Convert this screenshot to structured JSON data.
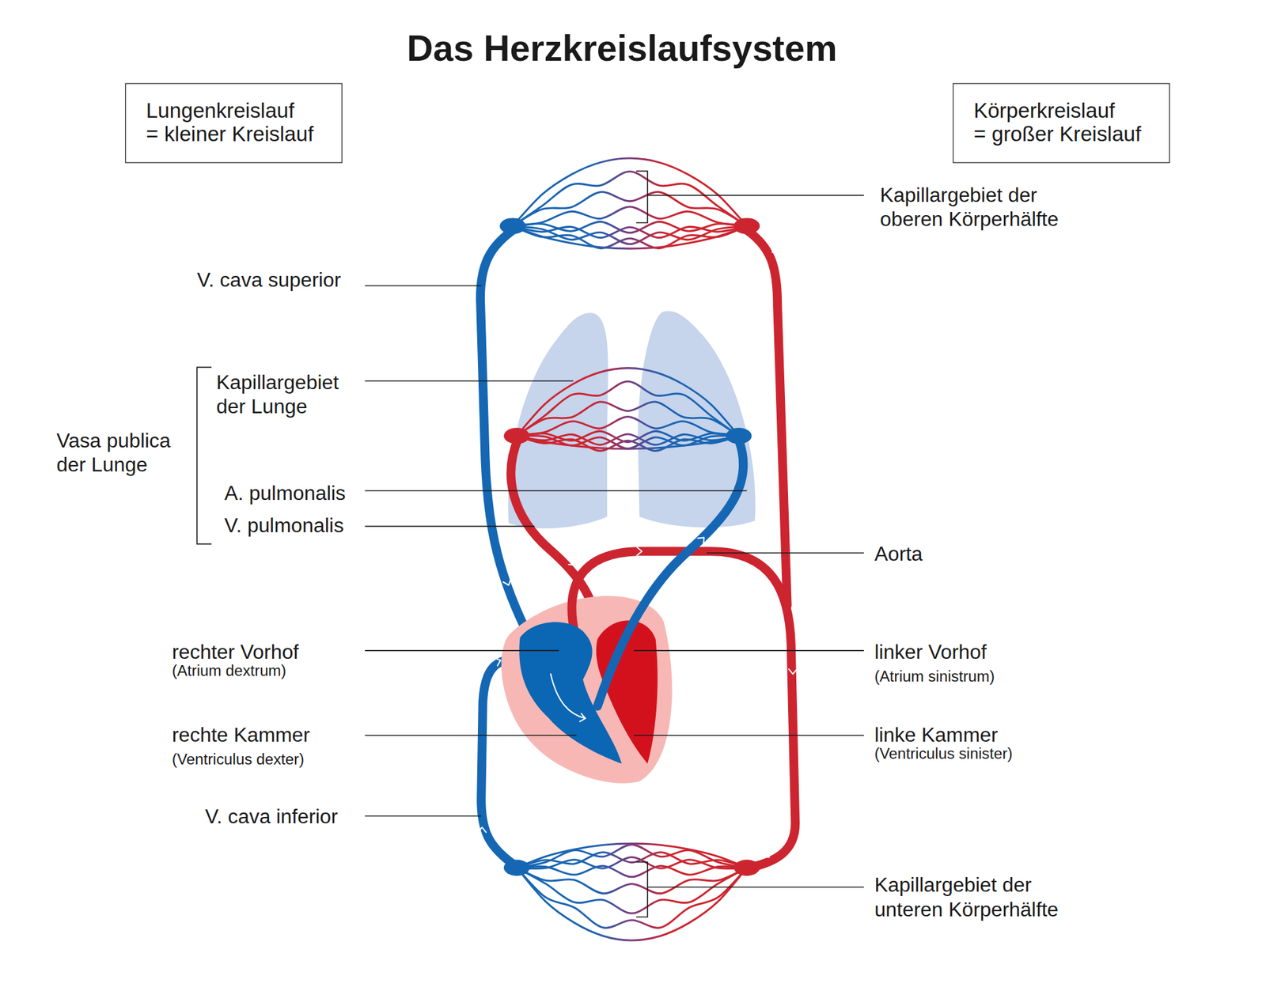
{
  "diagram": {
    "title": "Das Herzkreislaufsystem",
    "nodes": [
      {
        "text": [
          "Lungenkreislauf = kleiner Kreislauf"
        ]
      },
      {
        "text": [
          "Körperkreislauf = großer Kreislauf"
        ]
      }
    ],
    "labels": [
      "Kapillargebiet der oberen Körperhälfte",
      "V. cava superior",
      "Kapillargebiet der Lunge",
      "Vasa publica der Lunge",
      "A. pulmonalis",
      "V. pulmonalis",
      "Aorta",
      "rechter Vorhof",
      "(Atrium dextrum)",
      "linker Vorhof",
      "(Atrium sinistrum)",
      "rechte Kammer",
      "(Ventriculus dexter)",
      "linke Kammer",
      "(Ventriculus sinister)",
      "V. cava inferior",
      "Kapillargebiet der unteren Körperhälfte"
    ]
  }
}
